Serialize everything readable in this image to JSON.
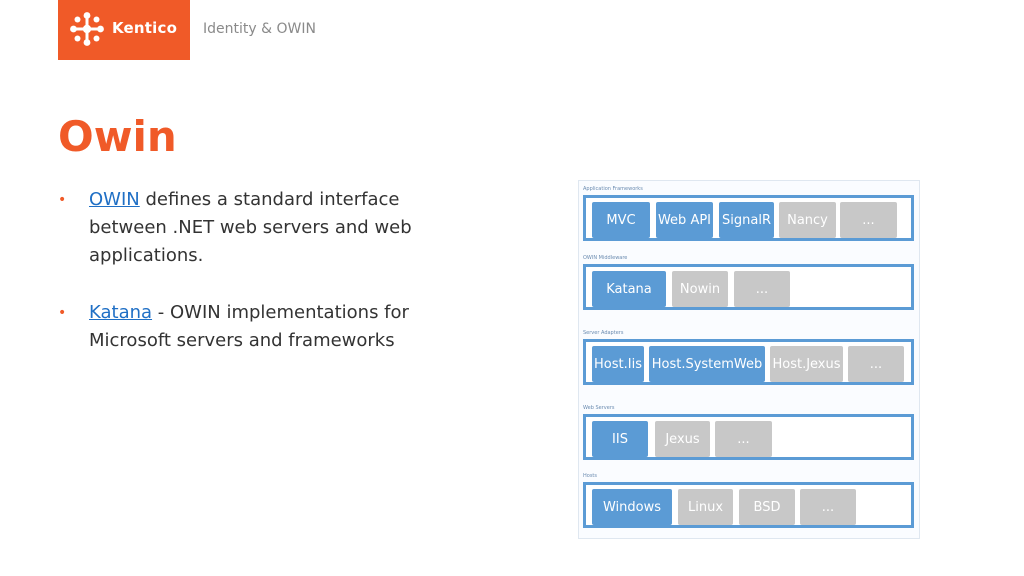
{
  "header": {
    "logo_text": "Kentico",
    "section_label": "Identity & OWIN"
  },
  "title": "Owin",
  "bullets": [
    {
      "link": "OWIN",
      "text": " defines a standard interface between .NET web servers and web applications."
    },
    {
      "link": "Katana",
      "text": " - OWIN implementations for Microsoft servers and frameworks"
    }
  ],
  "diagram": {
    "layers": [
      {
        "label": "Application Frameworks",
        "items": [
          "MVC",
          "Web API",
          "SignalR",
          "Nancy",
          "..."
        ]
      },
      {
        "label": "OWIN Middleware",
        "items": [
          "Katana",
          "Nowin",
          "..."
        ]
      },
      {
        "label": "Server Adapters",
        "items": [
          "Host.Iis",
          "Host.SystemWeb",
          "Host.Jexus",
          "..."
        ]
      },
      {
        "label": "Web Servers",
        "items": [
          "IIS",
          "Jexus",
          "..."
        ]
      },
      {
        "label": "Hosts",
        "items": [
          "Windows",
          "Linux",
          "BSD",
          "..."
        ]
      }
    ]
  },
  "colors": {
    "brand": "#f05a28",
    "diagram_blue": "#5b9bd5",
    "diagram_gray": "#c8c8c8",
    "link": "#1f6fc5"
  }
}
